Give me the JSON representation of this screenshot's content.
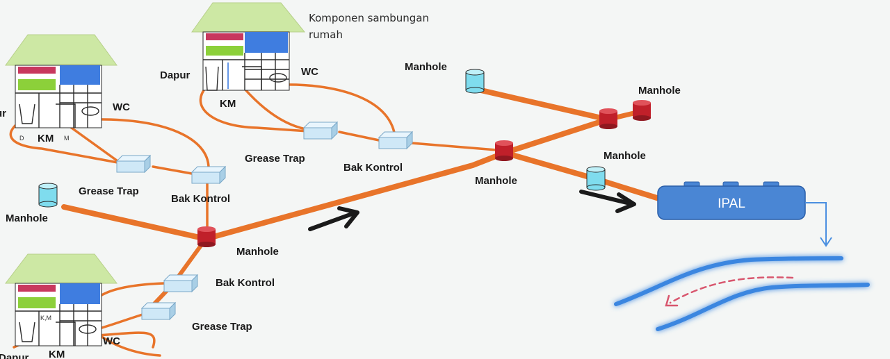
{
  "labels": {
    "komponen_line1": "Komponen sambungan",
    "komponen_line2": "rumah",
    "house1": {
      "dapur": "Dapur",
      "km": "KM",
      "wc": "WC"
    },
    "house2": {
      "dapur": "ur",
      "km": "KM",
      "wc": "WC",
      "room_d": "D",
      "room_m": "M"
    },
    "house3": {
      "dapur": "Dapur",
      "km": "KM",
      "km_small": "K,M",
      "wc": "WC"
    },
    "grease_trap": "Grease Trap",
    "bak_kontrol": "Bak Kontrol",
    "manhole": "Manhole",
    "ipal": "IPAL"
  },
  "colors": {
    "pipe": "#e8742a",
    "manhole_red": "#c0202a",
    "manhole_cyan": "#7fdcee",
    "trap": "#cfe8f7",
    "ipal": "#4a86d4",
    "river": "#3b86e0",
    "roof": "#cde8a4"
  }
}
